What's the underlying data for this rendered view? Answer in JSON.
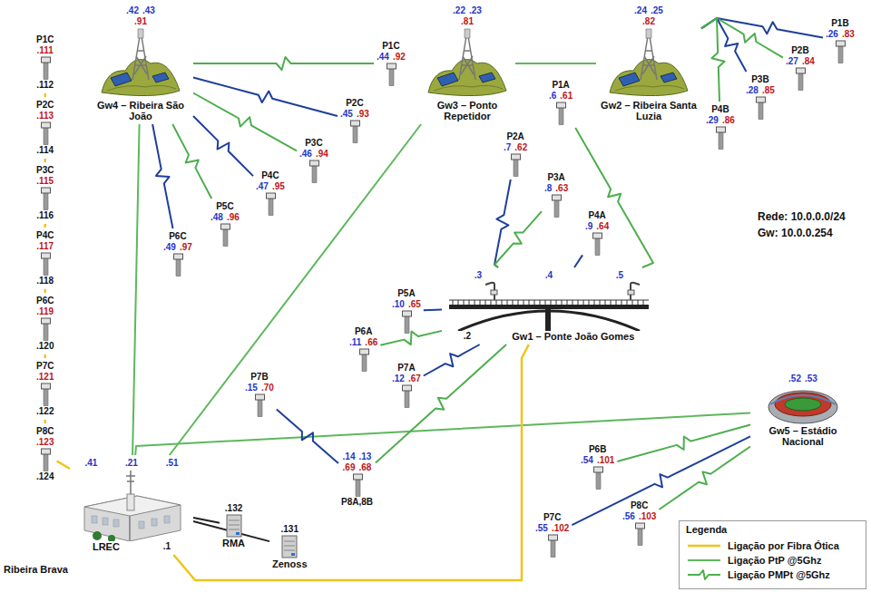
{
  "diagram": {
    "nodes": [
      {
        "text": [
          "P1C",
          ".111",
          ".112"
        ]
      },
      {
        "text": [
          "P2C",
          ".113",
          ".114"
        ]
      },
      {
        "text": [
          "P3C",
          ".115",
          ".116"
        ]
      },
      {
        "text": [
          "P4C",
          ".117",
          ".118"
        ]
      },
      {
        "text": [
          "P6C",
          ".119",
          ".120"
        ]
      },
      {
        "text": [
          "P7C",
          ".121",
          ".122"
        ]
      },
      {
        "text": [
          "P8C",
          ".123",
          ".124"
        ]
      },
      {
        "text": [
          ".42",
          ".43",
          ".91",
          "Gw4 – Ribeira São João"
        ]
      },
      {
        "text": [
          "P1C",
          ".44",
          ".92"
        ]
      },
      {
        "text": [
          "P2C",
          ".45",
          ".93"
        ]
      },
      {
        "text": [
          "P3C",
          ".46",
          ".94"
        ]
      },
      {
        "text": [
          "P4C",
          ".47",
          ".95"
        ]
      },
      {
        "text": [
          "P5C",
          ".48",
          ".96"
        ]
      },
      {
        "text": [
          "P6C",
          ".49",
          ".97"
        ]
      },
      {
        "text": [
          ".22",
          ".23",
          ".81",
          "Gw3 – Ponto Repetidor"
        ]
      },
      {
        "text": [
          ".24",
          ".25",
          ".82",
          "Gw2 – Ribeira Santa Luzia"
        ]
      },
      {
        "text": [
          "P1B",
          ".26",
          ".83"
        ]
      },
      {
        "text": [
          "P2B",
          ".27",
          ".84"
        ]
      },
      {
        "text": [
          "P3B",
          ".28",
          ".85"
        ]
      },
      {
        "text": [
          "P4B",
          ".29",
          ".86"
        ]
      },
      {
        "text": [
          "P1A",
          ".6",
          ".61"
        ]
      },
      {
        "text": [
          "P2A",
          ".7",
          ".62"
        ]
      },
      {
        "text": [
          "P3A",
          ".8",
          ".63"
        ]
      },
      {
        "text": [
          "P4A",
          ".9",
          ".64"
        ]
      },
      {
        "text": [
          ".3",
          ".4",
          ".5",
          ".2",
          "Gw1 – Ponte João Gomes"
        ]
      },
      {
        "text": [
          "P5A",
          ".10",
          ".65"
        ]
      },
      {
        "text": [
          "P6A",
          ".11",
          ".66"
        ]
      },
      {
        "text": [
          "P7A",
          ".12",
          ".67"
        ]
      },
      {
        "text": [
          "P7B",
          ".15",
          ".70"
        ]
      },
      {
        "text": [
          ".14",
          ".13",
          ".69",
          ".68",
          "P8A,8B"
        ]
      },
      {
        "text": [
          ".52",
          ".53",
          "Gw5 – Estádio Nacional"
        ]
      },
      {
        "text": [
          "P6B",
          ".54",
          ".101"
        ]
      },
      {
        "text": [
          "P7C",
          ".55",
          ".102"
        ]
      },
      {
        "text": [
          "P8C",
          ".56",
          ".103"
        ]
      },
      {
        "text": [
          ".41",
          ".21",
          ".51",
          "LREC",
          ".1"
        ]
      },
      {
        "text": [
          ".132",
          "RMA"
        ]
      },
      {
        "text": [
          ".131",
          "Zenoss"
        ]
      }
    ],
    "edges": [
      {
        "from": 0,
        "to": 1,
        "arrow": "none"
      },
      {
        "from": 1,
        "to": 2,
        "arrow": "none"
      },
      {
        "from": 2,
        "to": 3,
        "arrow": "none"
      },
      {
        "from": 3,
        "to": 4,
        "arrow": "none"
      },
      {
        "from": 4,
        "to": 5,
        "arrow": "none"
      },
      {
        "from": 5,
        "to": 6,
        "arrow": "none"
      },
      {
        "from": 6,
        "to": 34,
        "arrow": "none"
      },
      {
        "from": 34,
        "to": 7,
        "arrow": "none"
      },
      {
        "from": 34,
        "to": 14,
        "arrow": "none"
      },
      {
        "from": 34,
        "to": 30,
        "arrow": "none"
      },
      {
        "from": 14,
        "to": 15,
        "arrow": "none"
      },
      {
        "from": 7,
        "to": 8,
        "arrow": "none"
      },
      {
        "from": 7,
        "to": 9,
        "arrow": "none"
      },
      {
        "from": 7,
        "to": 10,
        "arrow": "none"
      },
      {
        "from": 7,
        "to": 11,
        "arrow": "none"
      },
      {
        "from": 7,
        "to": 12,
        "arrow": "none"
      },
      {
        "from": 7,
        "to": 13,
        "arrow": "none"
      },
      {
        "from": 15,
        "to": 16,
        "arrow": "none"
      },
      {
        "from": 15,
        "to": 17,
        "arrow": "none"
      },
      {
        "from": 15,
        "to": 18,
        "arrow": "none"
      },
      {
        "from": 15,
        "to": 19,
        "arrow": "none"
      },
      {
        "from": 24,
        "to": 20,
        "arrow": "none"
      },
      {
        "from": 24,
        "to": 21,
        "arrow": "none"
      },
      {
        "from": 24,
        "to": 22,
        "arrow": "none"
      },
      {
        "from": 24,
        "to": 23,
        "arrow": "none"
      },
      {
        "from": 24,
        "to": 25,
        "arrow": "none"
      },
      {
        "from": 24,
        "to": 26,
        "arrow": "none"
      },
      {
        "from": 24,
        "to": 27,
        "arrow": "none"
      },
      {
        "from": 24,
        "to": 29,
        "arrow": "none"
      },
      {
        "from": 28,
        "to": 29,
        "arrow": "none"
      },
      {
        "from": 30,
        "to": 31,
        "arrow": "none"
      },
      {
        "from": 30,
        "to": 32,
        "arrow": "none"
      },
      {
        "from": 30,
        "to": 33,
        "arrow": "none"
      },
      {
        "from": 34,
        "to": 24,
        "arrow": "none"
      },
      {
        "from": 34,
        "to": 35,
        "arrow": "none"
      },
      {
        "from": 34,
        "to": 36,
        "arrow": "none"
      }
    ],
    "labels": [
      "Ribeira Brava",
      "Rede: 10.0.0.0/24",
      "Gw: 10.0.0.254",
      "Legenda"
    ],
    "legend": [
      {
        "text": "Ligação por Fibra Ótica"
      },
      {
        "text": "Ligação PtP @5Ghz"
      },
      {
        "text": "Ligação PMPt @5Ghz"
      }
    ]
  }
}
